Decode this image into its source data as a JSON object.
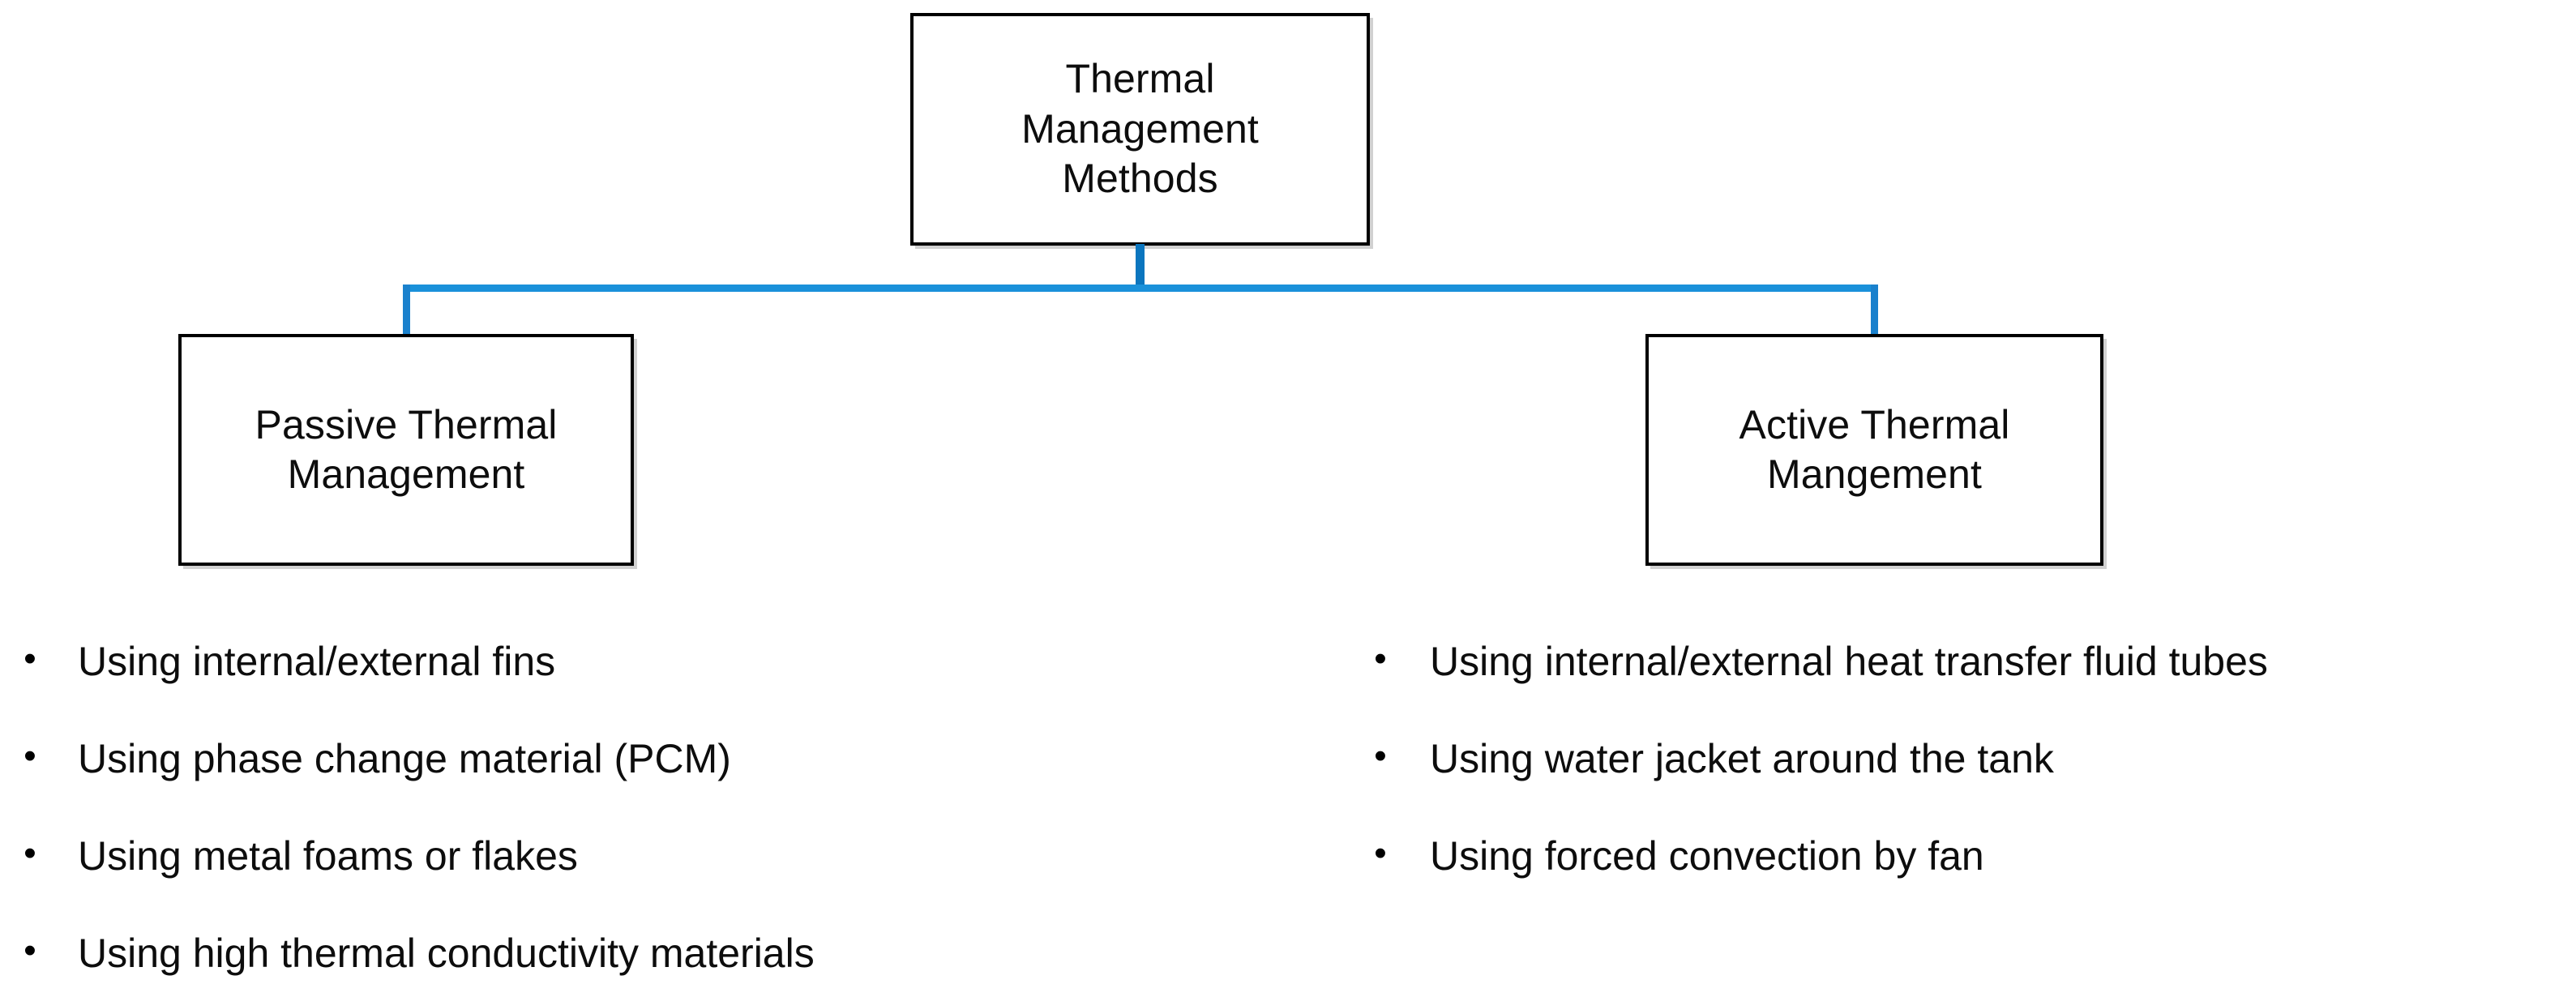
{
  "diagram": {
    "title": "Thermal Management Methods",
    "accent_color_stem": "#0b76bf",
    "accent_color_bus": "#1a91da",
    "box_border_color": "#000000",
    "text_color": "#0d0d0d",
    "background_color": "#ffffff",
    "root": {
      "label": "Thermal\nManagement\nMethods"
    },
    "branches": [
      {
        "id": "passive",
        "label": "Passive Thermal\nManagement",
        "bullet_glyph": "•",
        "items": [
          "Using internal/external fins",
          "Using phase change material (PCM)",
          "Using metal foams or flakes",
          "Using high thermal conductivity materials"
        ]
      },
      {
        "id": "active",
        "label": "Active Thermal\nMangement",
        "bullet_glyph": "•",
        "items": [
          "Using internal/external heat transfer fluid tubes",
          "Using water jacket around the tank",
          "Using forced convection by fan"
        ]
      }
    ]
  }
}
